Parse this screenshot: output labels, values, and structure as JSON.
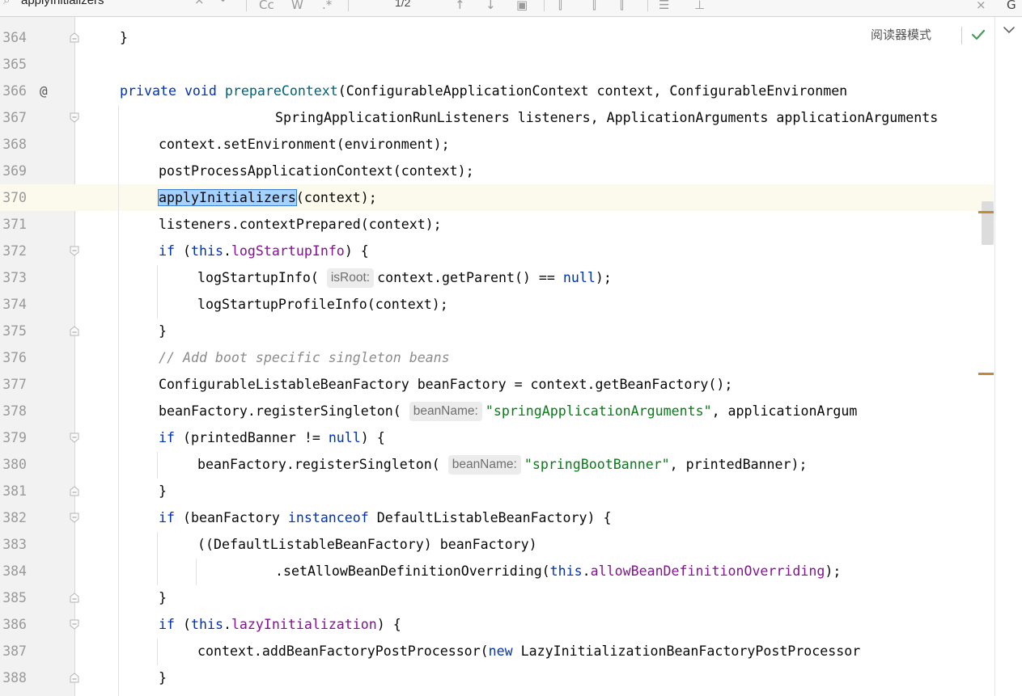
{
  "search": {
    "query": "applyInitializers",
    "match_count": "1/2",
    "cc_label": "Cc",
    "w_label": "W",
    "close_glyph": "×",
    "right_glyph": "G"
  },
  "toolbar": {
    "reader_mode_label": "阅读器模式"
  },
  "editor": {
    "lines": [
      {
        "n": "364",
        "indent": 0,
        "code": "}",
        "fold": "end"
      },
      {
        "n": "365",
        "indent": 0,
        "code": ""
      },
      {
        "n": "366",
        "indent": 0,
        "code": "private void prepareContext(ConfigurableApplicationContext context, ConfigurableEnvironmen",
        "marker": "@"
      },
      {
        "n": "367",
        "indent": 4,
        "code": "SpringApplicationRunListeners listeners, ApplicationArguments applicationArguments",
        "fold": "start"
      },
      {
        "n": "368",
        "indent": 1,
        "code": "context.setEnvironment(environment);"
      },
      {
        "n": "369",
        "indent": 1,
        "code": "postProcessApplicationContext(context);"
      },
      {
        "n": "370",
        "indent": 1,
        "code": "applyInitializers(context);",
        "current": true
      },
      {
        "n": "371",
        "indent": 1,
        "code": "listeners.contextPrepared(context);"
      },
      {
        "n": "372",
        "indent": 1,
        "code": "if (this.logStartupInfo) {",
        "fold": "start"
      },
      {
        "n": "373",
        "indent": 2,
        "code": "logStartupInfo( isRoot: context.getParent() == null);"
      },
      {
        "n": "374",
        "indent": 2,
        "code": "logStartupProfileInfo(context);"
      },
      {
        "n": "375",
        "indent": 1,
        "code": "}",
        "fold": "end"
      },
      {
        "n": "376",
        "indent": 1,
        "code": "// Add boot specific singleton beans"
      },
      {
        "n": "377",
        "indent": 1,
        "code": "ConfigurableListableBeanFactory beanFactory = context.getBeanFactory();"
      },
      {
        "n": "378",
        "indent": 1,
        "code": "beanFactory.registerSingleton( beanName: \"springApplicationArguments\", applicationArgum"
      },
      {
        "n": "379",
        "indent": 1,
        "code": "if (printedBanner != null) {",
        "fold": "start"
      },
      {
        "n": "380",
        "indent": 2,
        "code": "beanFactory.registerSingleton( beanName: \"springBootBanner\", printedBanner);"
      },
      {
        "n": "381",
        "indent": 1,
        "code": "}",
        "fold": "end"
      },
      {
        "n": "382",
        "indent": 1,
        "code": "if (beanFactory instanceof DefaultListableBeanFactory) {",
        "fold": "start"
      },
      {
        "n": "383",
        "indent": 2,
        "code": "((DefaultListableBeanFactory) beanFactory)"
      },
      {
        "n": "384",
        "indent": 4,
        "code": ".setAllowBeanDefinitionOverriding(this.allowBeanDefinitionOverriding);"
      },
      {
        "n": "385",
        "indent": 1,
        "code": "}",
        "fold": "end"
      },
      {
        "n": "386",
        "indent": 1,
        "code": "if (this.lazyInitialization) {",
        "fold": "start"
      },
      {
        "n": "387",
        "indent": 2,
        "code": "context.addBeanFactoryPostProcessor(new LazyInitializationBeanFactoryPostProcessor"
      },
      {
        "n": "388",
        "indent": 1,
        "code": "}",
        "fold": "end"
      }
    ]
  },
  "colors": {
    "keyword": "#0033b3",
    "field": "#871094",
    "string": "#067d17",
    "method_decl": "#00627a",
    "comment": "#8c8c8c",
    "selection": "#a6d2ff",
    "current_line": "#fcfaed"
  },
  "icons": {
    "search": "search-icon",
    "fold": "fold-marker-icon",
    "override": "override-marker-icon",
    "check": "check-icon",
    "chevron": "chevron-down-icon"
  }
}
